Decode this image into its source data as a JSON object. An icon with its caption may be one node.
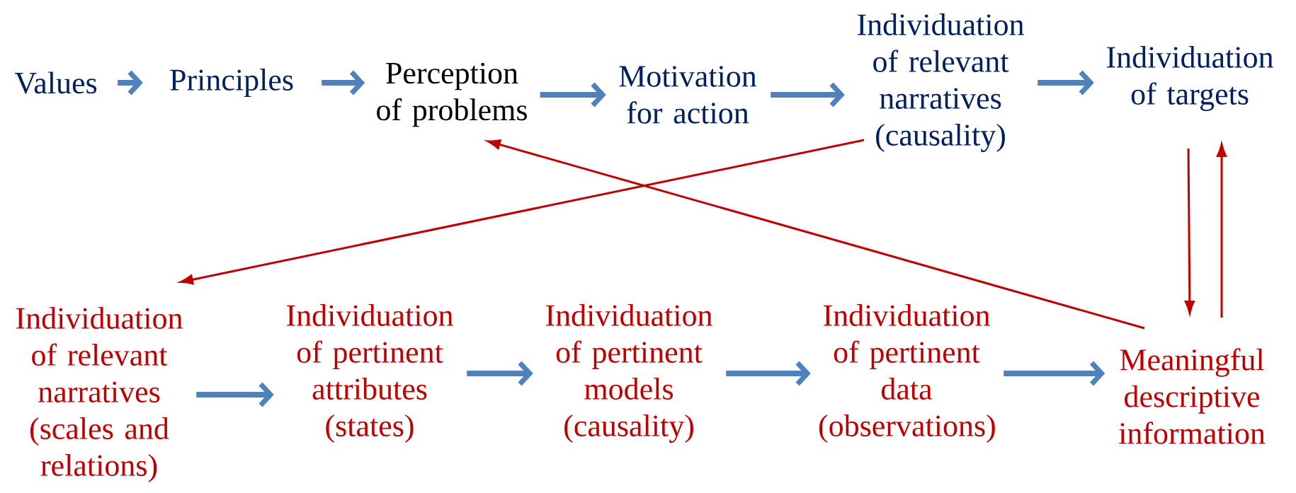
{
  "diagram": {
    "nodes": [
      {
        "text": [
          "Values"
        ]
      },
      {
        "text": [
          "Principles"
        ]
      },
      {
        "text": [
          "Perception of problems"
        ]
      },
      {
        "text": [
          "Motivation for action"
        ]
      },
      {
        "text": [
          "Individuation of relevant narratives (causality)"
        ]
      },
      {
        "text": [
          "Individuation of targets"
        ]
      },
      {
        "text": [
          "Individuation of relevant narratives (scales and relations)"
        ]
      },
      {
        "text": [
          "Individuation of pertinent attributes (states)"
        ]
      },
      {
        "text": [
          "Individuation of pertinent models (causality)"
        ]
      },
      {
        "text": [
          "Individuation of pertinent data (observations)"
        ]
      },
      {
        "text": [
          "Meaningful descriptive information"
        ]
      }
    ],
    "edges": [
      {
        "from": 0,
        "to": 1,
        "arrow": "to"
      },
      {
        "from": 1,
        "to": 2,
        "arrow": "to"
      },
      {
        "from": 2,
        "to": 3,
        "arrow": "to"
      },
      {
        "from": 3,
        "to": 4,
        "arrow": "to"
      },
      {
        "from": 4,
        "to": 5,
        "arrow": "to"
      },
      {
        "from": 4,
        "to": 6,
        "arrow": "to",
        "color": "#c00000"
      },
      {
        "from": 10,
        "to": 2,
        "arrow": "to",
        "color": "#c00000"
      },
      {
        "from": 5,
        "to": 10,
        "arrow": "to",
        "color": "#c00000"
      },
      {
        "from": 10,
        "to": 5,
        "arrow": "to",
        "color": "#c00000"
      },
      {
        "from": 6,
        "to": 7,
        "arrow": "to"
      },
      {
        "from": 7,
        "to": 8,
        "arrow": "to"
      },
      {
        "from": 8,
        "to": 9,
        "arrow": "to"
      },
      {
        "from": 9,
        "to": 10,
        "arrow": "to"
      }
    ]
  }
}
